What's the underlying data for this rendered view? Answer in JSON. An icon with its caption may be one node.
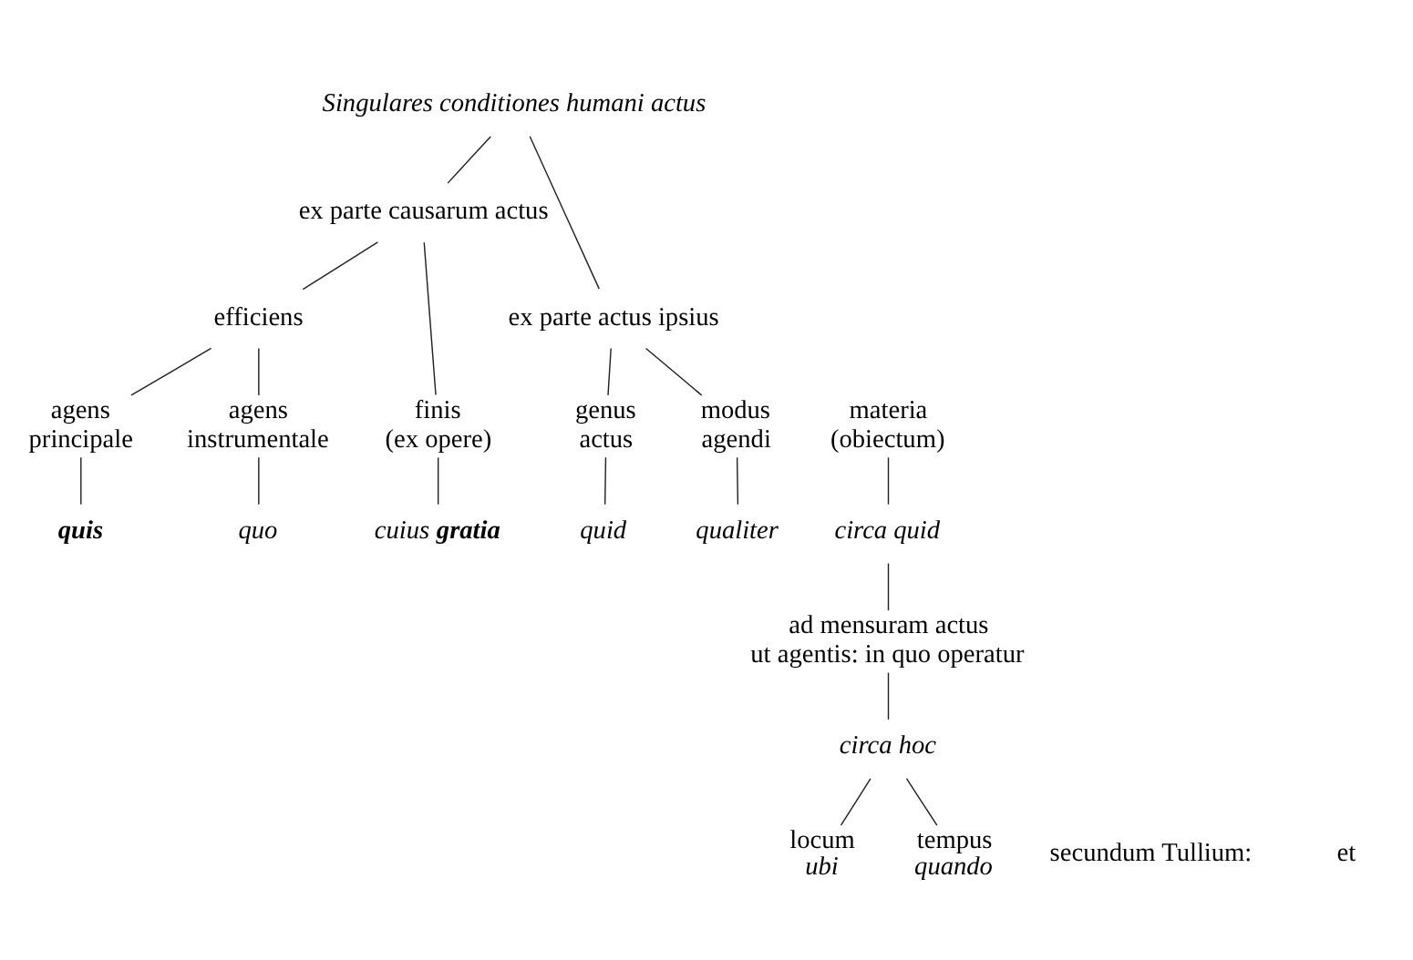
{
  "diagram": {
    "nodes": [
      {
        "text": [
          "Singulares conditiones humani actus"
        ]
      },
      {
        "text": [
          "ex parte causarum actus"
        ]
      },
      {
        "text": [
          "ex parte actus ipsius"
        ]
      },
      {
        "text": [
          "efficiens"
        ]
      },
      {
        "text": [
          "finis (ex opere)"
        ]
      },
      {
        "text": [
          "genus actus"
        ]
      },
      {
        "text": [
          "materia (obiectum)"
        ]
      },
      {
        "text": [
          "modus agendi"
        ]
      },
      {
        "text": [
          "agens principale"
        ]
      },
      {
        "text": [
          "agens instrumentale"
        ]
      },
      {
        "text": [
          "quis"
        ]
      },
      {
        "text": [
          "quo"
        ]
      },
      {
        "text": [
          "cuius **gratia**"
        ]
      },
      {
        "text": [
          "quid"
        ]
      },
      {
        "text": [
          "circa quid"
        ]
      },
      {
        "text": [
          "qualiter"
        ]
      },
      {
        "text": [
          "ad mensuram actus ut agentis: in quo operatur"
        ]
      },
      {
        "text": [
          "circa hoc"
        ]
      },
      {
        "text": [
          "locum",
          "ubi"
        ]
      },
      {
        "text": [
          "tempus",
          "quando"
        ]
      }
    ],
    "edges": [
      {
        "from": 0,
        "to": 1,
        "arrow": "none"
      },
      {
        "from": 0,
        "to": 2,
        "arrow": "none"
      },
      {
        "from": 1,
        "to": 3,
        "arrow": "none"
      },
      {
        "from": 1,
        "to": 4,
        "arrow": "none"
      },
      {
        "from": 3,
        "to": 8,
        "arrow": "none"
      },
      {
        "from": 3,
        "to": 9,
        "arrow": "none"
      },
      {
        "from": 2,
        "to": 5,
        "arrow": "none"
      },
      {
        "from": 2,
        "to": 7,
        "arrow": "none"
      },
      {
        "from": 8,
        "to": 10,
        "arrow": "none"
      },
      {
        "from": 9,
        "to": 11,
        "arrow": "none"
      },
      {
        "from": 4,
        "to": 12,
        "arrow": "none"
      },
      {
        "from": 5,
        "to": 13,
        "arrow": "none"
      },
      {
        "from": 6,
        "to": 14,
        "arrow": "none"
      },
      {
        "from": 7,
        "to": 15,
        "arrow": "none"
      },
      {
        "from": 14,
        "to": 16,
        "arrow": "none"
      },
      {
        "from": 16,
        "to": 17,
        "arrow": "none"
      },
      {
        "from": 17,
        "to": 18,
        "arrow": "none"
      },
      {
        "from": 17,
        "to": 19,
        "arrow": "none"
      }
    ],
    "labels": [
      "secundum Tullium:",
      "et"
    ]
  }
}
